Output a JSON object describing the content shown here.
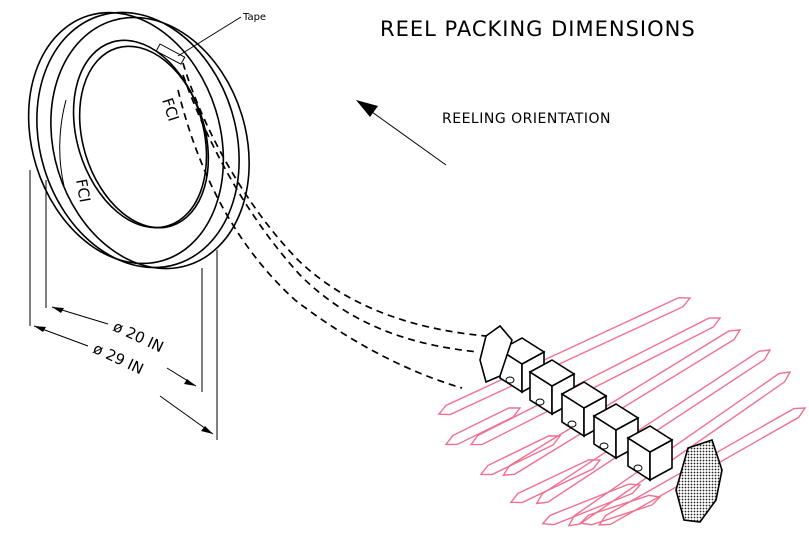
{
  "title": "REEL PACKING DIMENSIONS",
  "orientation_label": "REELING ORIENTATION",
  "tape_label": "Tape",
  "reel_marking": "FCI",
  "inner_diameter_label": "ø 20 IN",
  "outer_diameter_label": "ø 29 IN",
  "colors": {
    "line": "#000000",
    "pins": "#f07090",
    "background": "#ffffff"
  }
}
